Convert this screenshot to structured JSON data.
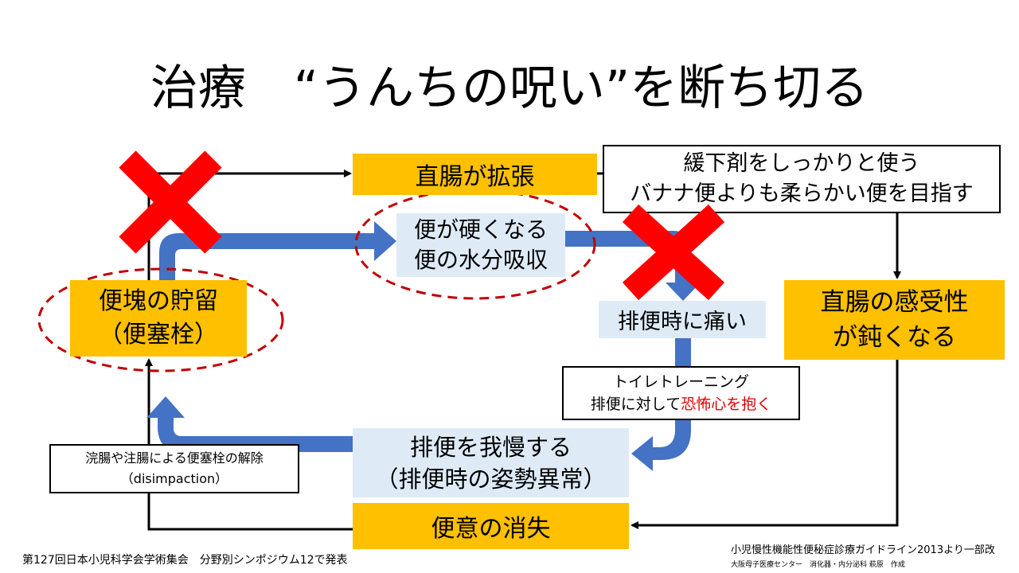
{
  "title": "治療　“うんちの呪い”を断ち切る",
  "boxes": {
    "rectal_dilation": "直腸が拡張",
    "laxative_line1": "緩下剤をしっかりと使う",
    "laxative_line2": "バナナ便よりも柔らかい便を目指す",
    "hard_stool_line1": "便が硬くなる",
    "hard_stool_line2": "便の水分吸収",
    "impaction_line1": "便塊の貯留",
    "impaction_line2": "（便塞栓）",
    "painful": "排便時に痛い",
    "sensitivity_line1": "直腸の感受性",
    "sensitivity_line2": "が鈍くなる",
    "toilet_line1": "トイレトレーニング",
    "toilet_line2_prefix": "排便に対して",
    "toilet_line2_highlight": "恐怖心を抱く",
    "withhold_line1": "排便を我慢する",
    "withhold_line2": "（排便時の姿勢異常）",
    "urge_loss": "便意の消失",
    "disimpaction_line1": "浣腸や注腸による便塞栓の解除",
    "disimpaction_line2": "（disimpaction）"
  },
  "footer": {
    "left": "第127回日本小児科学会学術集会　分野別シンポジウム12で発表",
    "right_line1": "小児慢性機能性便秘症診療ガイドライン2013より一部改",
    "right_line2": "大阪母子医療センター　消化器・内分泌科 萩原　作成"
  },
  "colors": {
    "orange": "#FFC000",
    "light_blue": "#DEEBF7",
    "arrow_blue": "#4472C4",
    "cross_red": "#FF0000",
    "ellipse_red": "#C00000"
  }
}
